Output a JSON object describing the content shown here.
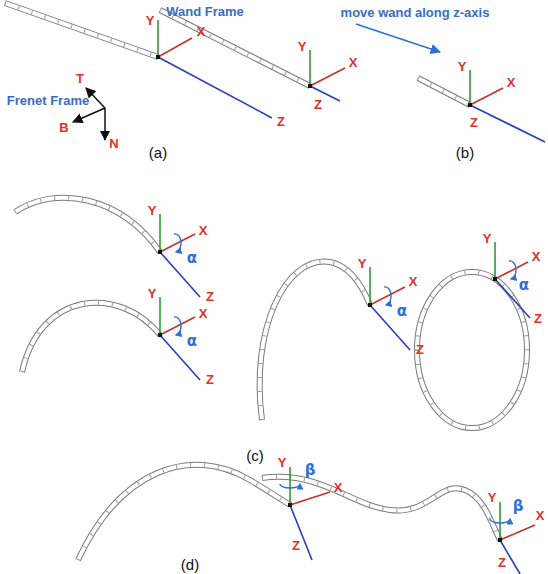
{
  "diagram": {
    "labels": [
      "Wand Frame",
      "Y",
      "X",
      "T",
      "Frenet Frame",
      "B",
      "N",
      "Z",
      "(a)",
      "move wand along z-axis",
      "Y",
      "X",
      "Z",
      "Y",
      "X",
      "Z",
      "(b)",
      "Y",
      "X",
      "α",
      "Z",
      "Y",
      "X",
      "α",
      "Z",
      "Y",
      "X",
      "α",
      "Z",
      "Y",
      "X",
      "α",
      "Z",
      "(c)",
      "Y",
      "β",
      "X",
      "Z",
      "Y",
      "β",
      "X",
      "Z",
      "(d)"
    ]
  }
}
